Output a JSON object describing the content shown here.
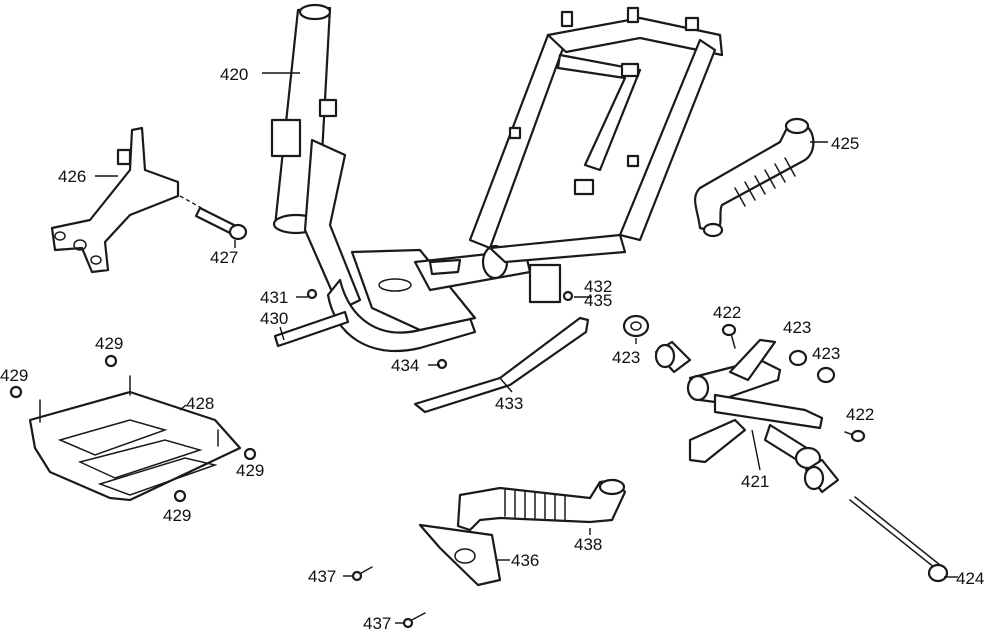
{
  "callouts": {
    "p420": "420",
    "p421": "421",
    "p422a": "422",
    "p422b": "422",
    "p423a": "423",
    "p423b": "423",
    "p423c": "423",
    "p424": "424",
    "p425": "425",
    "p426": "426",
    "p427": "427",
    "p428": "428",
    "p429a": "429",
    "p429b": "429",
    "p429c": "429",
    "p429d": "429",
    "p430": "430",
    "p431": "431",
    "p432": "432",
    "p433": "433",
    "p434": "434",
    "p435": "435",
    "p436": "436",
    "p437a": "437",
    "p437b": "437",
    "p438": "438"
  }
}
